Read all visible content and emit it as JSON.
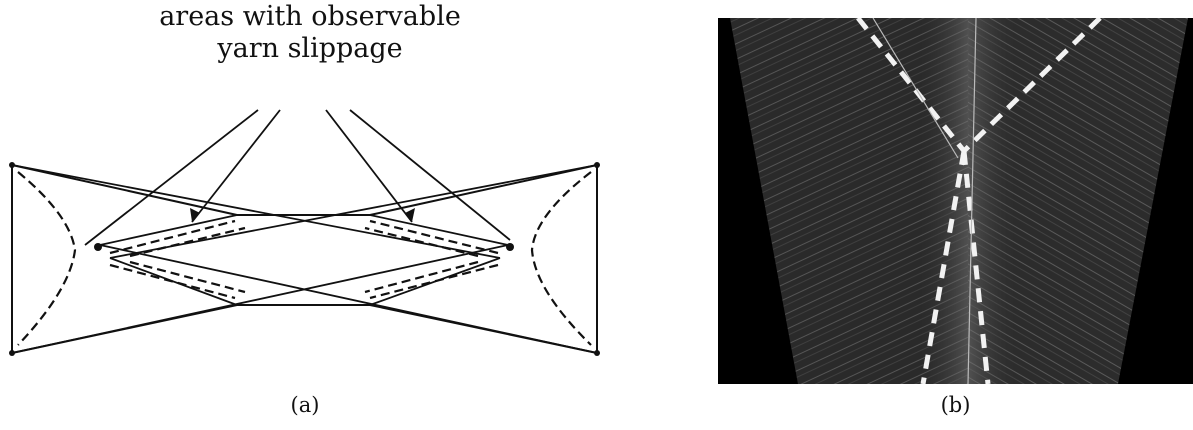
{
  "figure": {
    "panel_a": {
      "annotation_line1": "areas with observable",
      "annotation_line2": "yarn slippage",
      "caption": "(a)"
    },
    "panel_b": {
      "caption": "(b)"
    }
  }
}
